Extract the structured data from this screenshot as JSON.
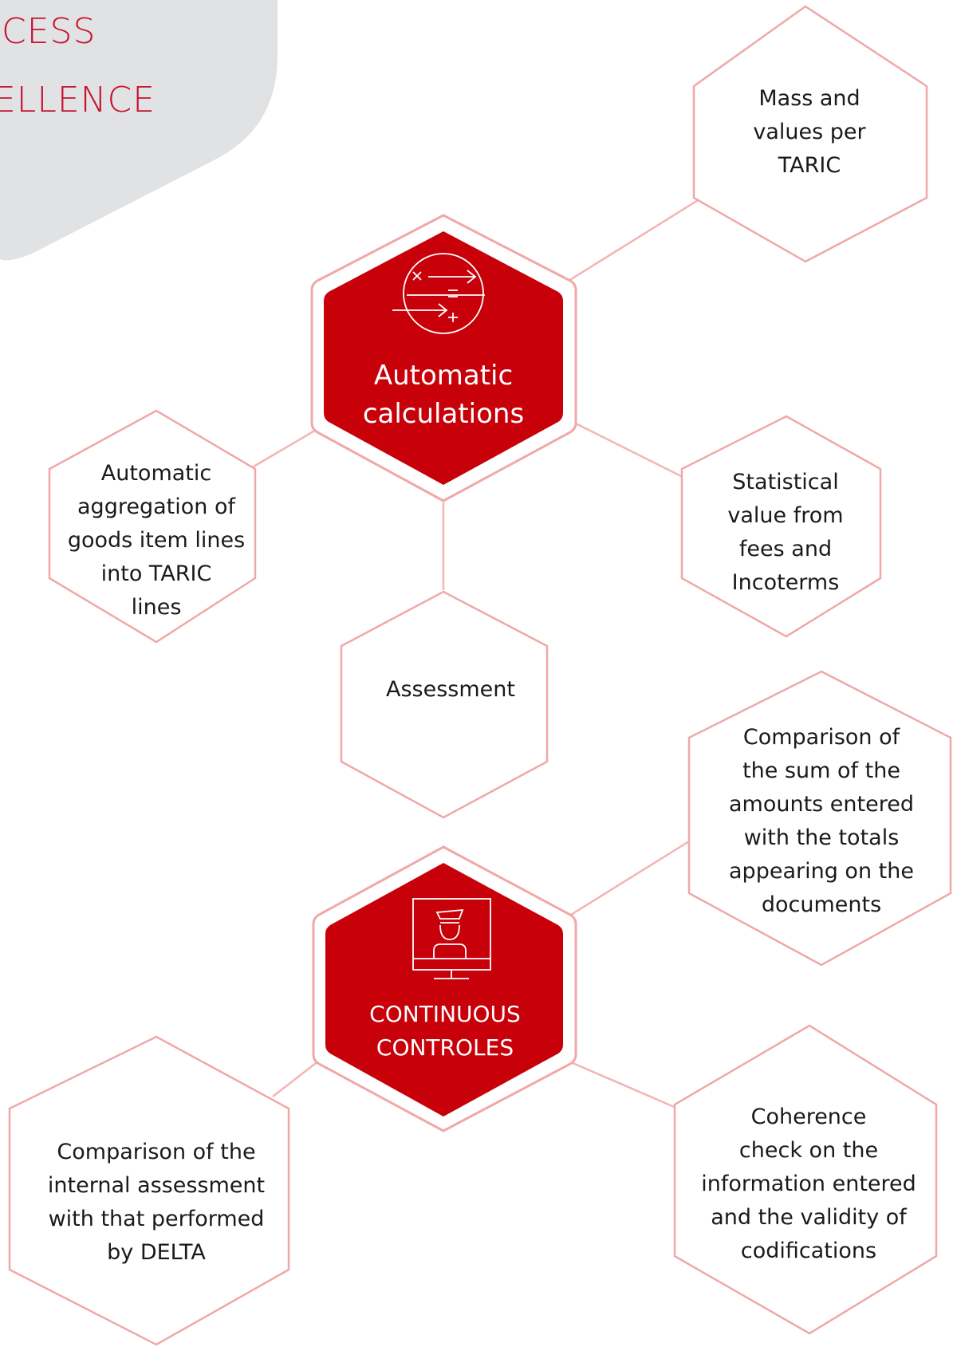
{
  "header": {
    "line1": "CESS",
    "line2": "ELLENCE"
  },
  "colors": {
    "accent": "#c8102e",
    "node_border": "#f0a8a8",
    "banner": "#e0e2e4"
  },
  "hubs": {
    "calculations": {
      "icon": "calculation-arrows-icon",
      "lines": [
        "Automatic",
        "calculations"
      ]
    },
    "controls": {
      "icon": "customs-officer-monitor-icon",
      "lines": [
        "CONTINUOUS",
        "CONTROLES"
      ]
    }
  },
  "nodes": {
    "mass": {
      "lines": [
        "Mass and",
        "values per",
        "TARIC"
      ]
    },
    "aggregation": {
      "lines": [
        "Automatic",
        "aggregation of",
        "goods item lines",
        "into TARIC",
        "lines"
      ]
    },
    "statistical": {
      "lines": [
        "Statistical",
        "value from",
        "fees and",
        "Incoterms"
      ]
    },
    "assessment": {
      "lines": [
        "Assessment"
      ]
    },
    "comparison_sum": {
      "lines": [
        "Comparison of",
        "the sum of the",
        "amounts entered",
        "with the totals",
        "appearing on the",
        "documents"
      ]
    },
    "comparison_internal": {
      "lines": [
        "Comparison of the",
        "internal assessment",
        "with that performed",
        "by DELTA"
      ]
    },
    "coherence": {
      "lines": [
        "Coherence",
        "check on the",
        "information entered",
        "and the validity of",
        "codifications"
      ]
    }
  }
}
